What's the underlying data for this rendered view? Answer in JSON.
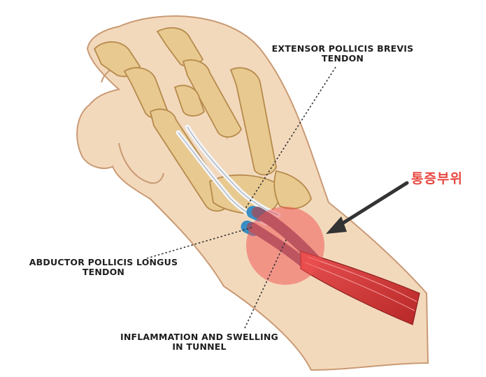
{
  "labels": {
    "extensor_line1": "EXTENSOR POLLICIS BREVIS",
    "extensor_line2": "TENDON",
    "abductor_line1": "ABDUCTOR POLLICIS LONGUS",
    "abductor_line2": "TENDON",
    "inflammation_line1": "INFLAMMATION AND SWELLING",
    "inflammation_line2": "IN TUNNEL",
    "pain_site": "통증부위"
  },
  "colors": {
    "skin": "#f3d9bc",
    "skin_outline": "#c99a74",
    "bone": "#e8c98f",
    "tendon": "#f2f4f7",
    "sheath": "#3b8ec4",
    "muscle": "#d63a3a",
    "inflammation": "#f05050",
    "pain_text": "#e8473f",
    "arrow": "#333333"
  }
}
